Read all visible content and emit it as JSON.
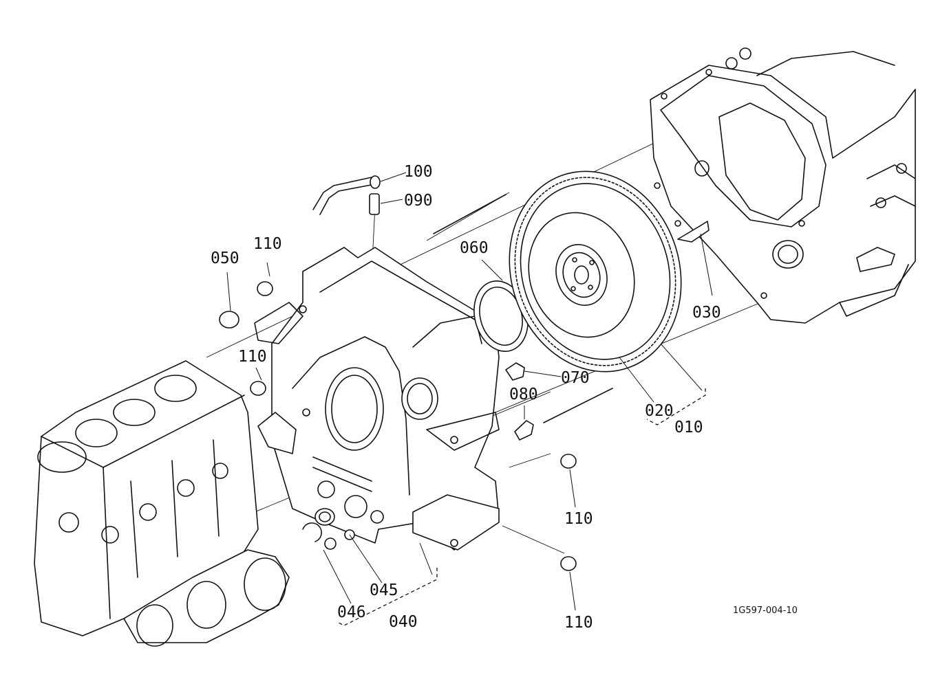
{
  "callouts": {
    "c100": "100",
    "c090": "090",
    "c110_top": "110",
    "c050": "050",
    "c060": "060",
    "c110_mid": "110",
    "c030": "030",
    "c070": "070",
    "c080": "080",
    "c020": "020",
    "c010": "010",
    "c110_right_upper": "110",
    "c045": "045",
    "c046": "046",
    "c040": "040",
    "c110_right_lower": "110"
  },
  "drawing_code": "1G597-004-10"
}
